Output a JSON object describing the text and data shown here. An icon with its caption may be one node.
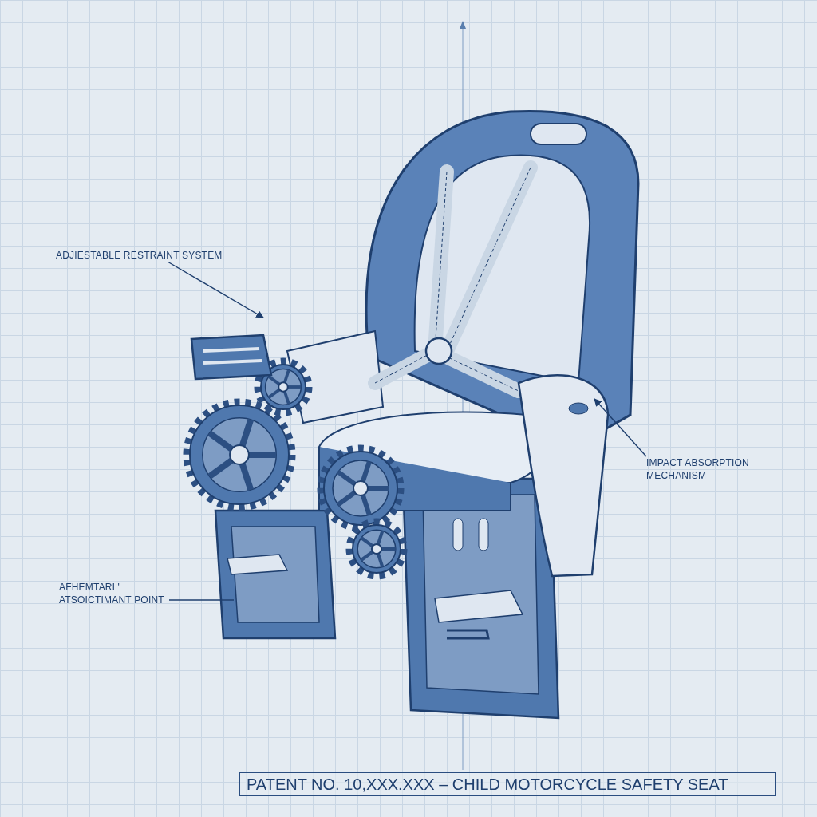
{
  "diagram": {
    "title": "PATENT NO. 10,XXX.XXX – CHILD MOTORCYCLE SAFETY SEAT",
    "nodes": [
      {
        "text": [
          "ADJIESTABLE RESTRAINT SYSTEM"
        ]
      },
      {
        "text": [
          "IMPACT ABSORPTION MECHANISM"
        ]
      },
      {
        "text": [
          "AFHEMTARL' ATSOICTIMANT POINT"
        ]
      }
    ],
    "edges": [
      {
        "from": 0,
        "to": null,
        "arrow": "to"
      },
      {
        "from": 1,
        "to": null,
        "arrow": "to"
      },
      {
        "from": 2,
        "to": null,
        "arrow": "none"
      }
    ]
  }
}
